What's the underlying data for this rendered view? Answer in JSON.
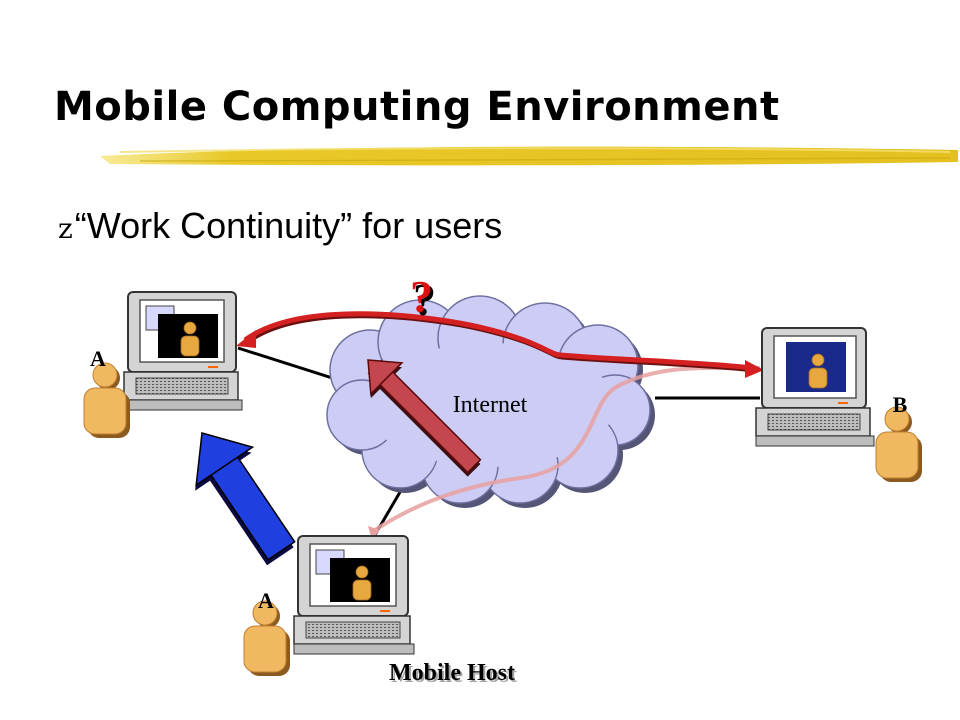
{
  "slide": {
    "title": "Mobile Computing Environment",
    "bullet_marker": "z",
    "bullet_text": "“Work Continuity” for users"
  },
  "diagram": {
    "cloud_label": "Internet",
    "question_mark": "?",
    "user_a_top_label": "A",
    "user_b_label": "B",
    "user_a_bottom_label": "A",
    "mobile_host_label": "Mobile Host"
  },
  "colors": {
    "highlighter": "#e8c828",
    "cloud_fill": "#ccccf5",
    "red_path": "#d42020",
    "red_arrow": "#c4464e",
    "blue_arrow": "#1f3fe0",
    "question_mark": "#dd1111",
    "person_fill": "#f0b860"
  }
}
